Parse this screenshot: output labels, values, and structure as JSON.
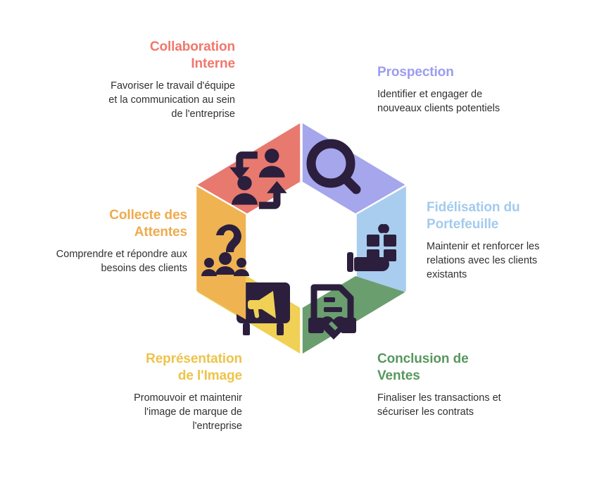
{
  "diagram": {
    "type": "hexagon-cycle",
    "segment_count": 6,
    "center_fill": "#ffffff",
    "icon_color": "#2b1f3d",
    "background": "#ffffff"
  },
  "segments": [
    {
      "id": "collaboration",
      "position": "top-left",
      "color": "#e8796f",
      "title_color": "#f0786c",
      "icon": "users-exchange-icon",
      "title": "Collaboration\nInterne",
      "title_line1": "Collaboration",
      "title_line2": "Interne",
      "description": "Favoriser le travail d'équipe et la communication au sein de l'entreprise"
    },
    {
      "id": "prospection",
      "position": "top-right",
      "color": "#a5a6ec",
      "title_color": "#9b9cf0",
      "icon": "magnifier-icon",
      "title": "Prospection",
      "title_line1": "Prospection",
      "title_line2": "",
      "description": "Identifier et engager de nouveaux clients potentiels"
    },
    {
      "id": "fidelisation",
      "position": "right",
      "color": "#a9cdee",
      "title_color": "#a2cbee",
      "icon": "gift-hand-icon",
      "title": "Fidélisation du Portefeuille",
      "title_line1": "Fidélisation du",
      "title_line2": "Portefeuille",
      "description": "Maintenir et renforcer les relations avec les clients existants"
    },
    {
      "id": "conclusion",
      "position": "bottom-right",
      "color": "#6a9e6e",
      "title_color": "#58975f",
      "icon": "contract-handshake-icon",
      "title": "Conclusion de Ventes",
      "title_line1": "Conclusion de",
      "title_line2": "Ventes",
      "description": "Finaliser les transactions et sécuriser les contrats"
    },
    {
      "id": "representation",
      "position": "bottom-left",
      "color": "#f0d055",
      "title_color": "#eec githubcolor",
      "icon": "billboard-megaphone-icon",
      "title": "Représentation de l'Image",
      "title_line1": "Représentation",
      "title_line2": "de l'Image",
      "description": "Promouvoir et maintenir l'image de marque de l'entreprise"
    },
    {
      "id": "collecte",
      "position": "left",
      "color": "#efb council",
      "title_color": "#eeab4c",
      "icon": "audience-question-icon",
      "title": "Collecte des Attentes",
      "title_line1": "Collecte des",
      "title_line2": "Attentes",
      "description": "Comprendre et répondre aux besoins des clients"
    }
  ],
  "colors": {
    "coral": "#e8796f",
    "periwinkle": "#a5a6ec",
    "light_blue": "#a9cdee",
    "green": "#6a9e6e",
    "yellow": "#f0d055",
    "orange": "#efb352",
    "title_coral": "#f0786c",
    "title_periwinkle": "#9b9cf0",
    "title_light_blue": "#a2cbee",
    "title_green": "#58975f",
    "title_yellow": "#edc34a",
    "title_orange": "#eeab4c",
    "body_text": "#2f3033",
    "icon_dark": "#2b1f3d"
  }
}
